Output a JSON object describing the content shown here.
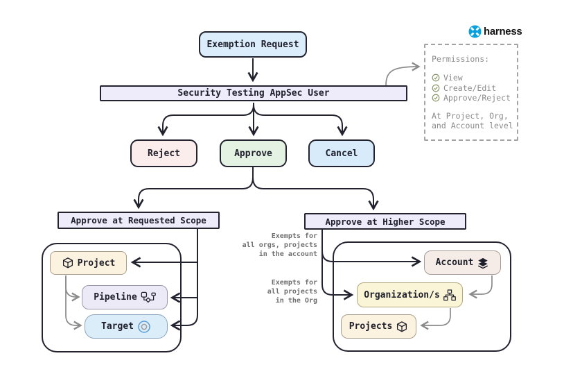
{
  "logo": {
    "text": "harness"
  },
  "nodes": {
    "exemption": "Exemption Request",
    "appsec": "Security Testing AppSec User",
    "reject": "Reject",
    "approve": "Approve",
    "cancel": "Cancel",
    "requested_scope": "Approve at Requested Scope",
    "higher_scope": "Approve at Higher Scope",
    "project": "Project",
    "pipeline": "Pipeline",
    "target": "Target",
    "account": "Account",
    "organization": "Organization/s",
    "projects": "Projects"
  },
  "permissions": {
    "title": "Permissions:",
    "items": [
      "View",
      "Create/Edit",
      "Approve/Reject"
    ],
    "footer_line1": "At Project, Org,",
    "footer_line2": "and Account level"
  },
  "annotations": {
    "account_note": [
      "Exempts for",
      "all orgs, projects",
      "in the account"
    ],
    "org_note": [
      "Exempts for",
      "all projects",
      "in the Org"
    ]
  },
  "colors": {
    "line_dark": "#23232f",
    "line_gray": "#8a8a8a",
    "brand_blue": "#0aa0dd",
    "check_green": "#7c8b58",
    "fill_blue": "#dbedfb",
    "fill_lavender": "#eeecfa",
    "fill_pink": "#fbedeb",
    "fill_green": "#e4f2e4",
    "fill_cream": "#fcf2e0",
    "fill_yellow": "#faf5d7",
    "fill_rose": "#f5ece7"
  }
}
